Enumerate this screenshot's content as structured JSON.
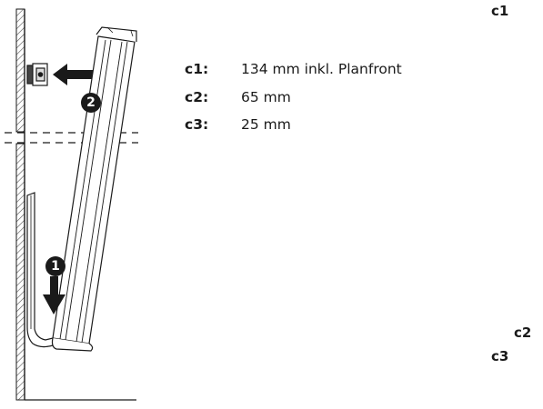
{
  "specs": [
    {
      "key": "c1:",
      "value": "134 mm inkl. Planfront"
    },
    {
      "key": "c2:",
      "value": "65 mm"
    },
    {
      "key": "c3:",
      "value": "25 mm"
    }
  ],
  "steps": {
    "one": "1",
    "two": "2"
  },
  "dimensions": {
    "c1": "c1",
    "c2": "c2",
    "c3": "c3"
  },
  "colors": {
    "line": "#1a1a1a",
    "hatch": "#555555",
    "bg": "#ffffff"
  }
}
